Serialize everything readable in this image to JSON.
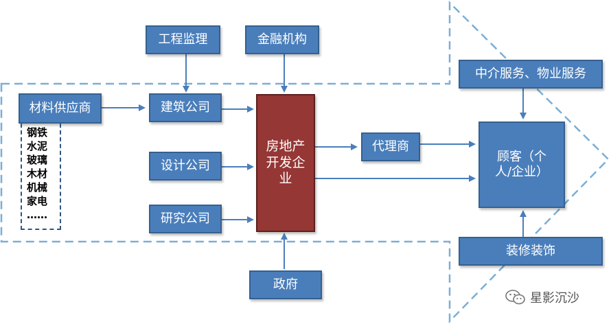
{
  "colors": {
    "box_fill": "#4a7ebb",
    "box_border": "#35608f",
    "center_fill": "#953735",
    "arrow": "#4a7ebb",
    "dashed_outline": "#7aaed6",
    "text": "#ffffff"
  },
  "nodes": {
    "supervision": "工程监理",
    "finance": "金融机构",
    "intermediary": "中介服务、物业服务",
    "supplier": "材料供应商",
    "construction": "建筑公司",
    "developer": "房地产开发企业",
    "agent": "代理商",
    "customer": "顾客（个人/企业）",
    "design": "设计公司",
    "research": "研究公司",
    "decoration": "装修装饰",
    "government": "政府"
  },
  "materials": [
    "钢铁",
    "水泥",
    "玻璃",
    "木材",
    "机械",
    "家电",
    "……"
  ],
  "watermark": "星影沉沙"
}
